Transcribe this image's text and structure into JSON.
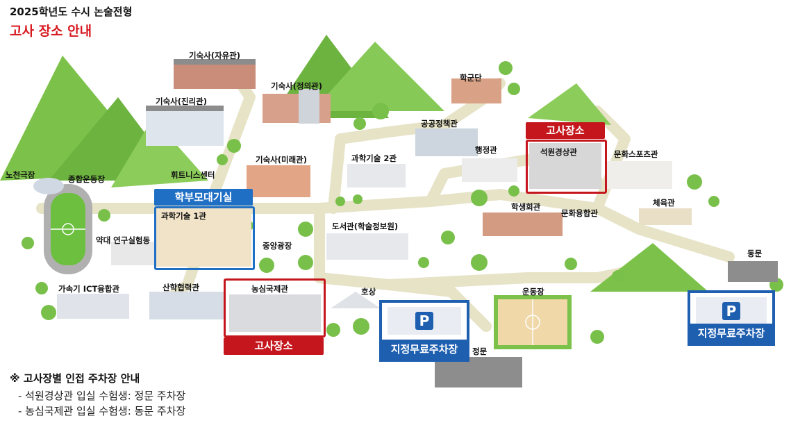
{
  "header": {
    "title": "2025학년도 수시 논술전형",
    "subtitle": "고사 장소 안내"
  },
  "labels": {
    "dorm_jayu": "기숙사(자유관)",
    "dorm_jeongui": "기숙사(정의관)",
    "dorm_jinri": "기숙사(진리관)",
    "dorm_mirae": "기숙사(미래관)",
    "hakgundan": "학군단",
    "public_policy": "공공정책관",
    "admin": "행정관",
    "sci_tech2": "과학기술 2관",
    "seogwon": "석원경상관",
    "culture_sports": "문화스포츠관",
    "open_theater": "노천극장",
    "stadium": "종합운동장",
    "fitness": "휘트니스센터",
    "sci_tech1": "과학기술 1관",
    "pharmacy_lab": "약대 연구실험동",
    "central_plaza": "중앙광장",
    "library": "도서관(학술정보원)",
    "student_hall": "학생회관",
    "culture_conv": "문화융합관",
    "gym": "체육관",
    "east_gate": "동문",
    "ict": "가속기 ICT융합관",
    "industry": "산학협력관",
    "nongsim": "농심국제관",
    "lake": "호상",
    "field": "운동장",
    "main_gate": "정문"
  },
  "tags": {
    "exam_site_1": "고사장소",
    "exam_site_2": "고사장소",
    "parents_room": "학부모대기실"
  },
  "parking": {
    "main_label": "지정무료주차장",
    "east_label": "지정무료주차장",
    "symbol": "P"
  },
  "notes": {
    "heading": "※ 고사장별 인접 주차장 안내",
    "items": [
      "- 석원경상관 입실 수험생: 정문 주차장",
      "- 농심국제관 입실 수험생: 동문 주차장"
    ]
  },
  "colors": {
    "exam_red": "#c4161c",
    "parent_blue": "#1f6fc5",
    "parking_blue": "#1f5fb0",
    "mountain_green": "#6cbf3f",
    "path": "#e6e3c7"
  }
}
